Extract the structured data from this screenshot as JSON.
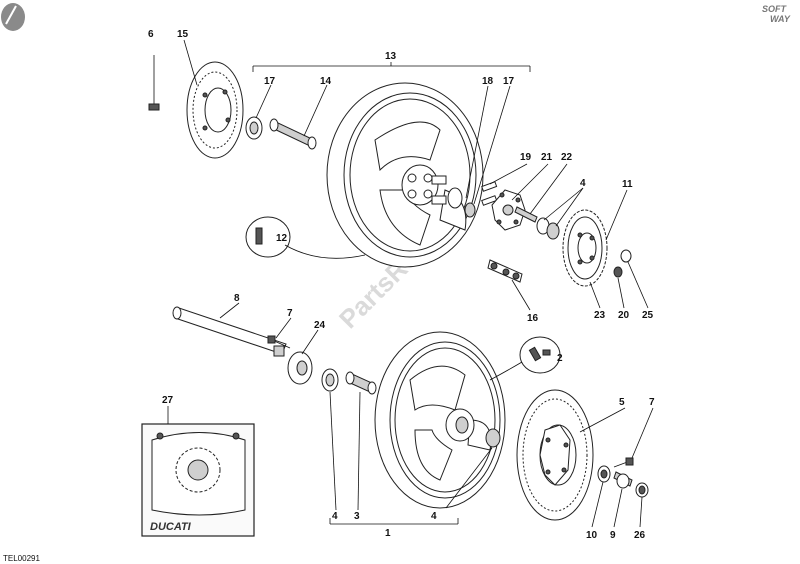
{
  "drawing_code": "TEL00291",
  "brand_corner": {
    "line1": "SOFT",
    "line2": "WAY"
  },
  "watermark": "PartsRepublik",
  "inset_brand": "DUCATI",
  "callouts": [
    {
      "id": "c1",
      "text": "1"
    },
    {
      "id": "c2",
      "text": "2"
    },
    {
      "id": "c3",
      "text": "3"
    },
    {
      "id": "c4a",
      "text": "4"
    },
    {
      "id": "c4b",
      "text": "4"
    },
    {
      "id": "c4c",
      "text": "4"
    },
    {
      "id": "c5",
      "text": "5"
    },
    {
      "id": "c6",
      "text": "6"
    },
    {
      "id": "c7a",
      "text": "7"
    },
    {
      "id": "c7b",
      "text": "7"
    },
    {
      "id": "c8",
      "text": "8"
    },
    {
      "id": "c9",
      "text": "9"
    },
    {
      "id": "c10",
      "text": "10"
    },
    {
      "id": "c11",
      "text": "11"
    },
    {
      "id": "c12",
      "text": "12"
    },
    {
      "id": "c13",
      "text": "13"
    },
    {
      "id": "c14",
      "text": "14"
    },
    {
      "id": "c15",
      "text": "15"
    },
    {
      "id": "c16",
      "text": "16"
    },
    {
      "id": "c17a",
      "text": "17"
    },
    {
      "id": "c17b",
      "text": "17"
    },
    {
      "id": "c18",
      "text": "18"
    },
    {
      "id": "c19",
      "text": "19"
    },
    {
      "id": "c20",
      "text": "20"
    },
    {
      "id": "c21",
      "text": "21"
    },
    {
      "id": "c22",
      "text": "22"
    },
    {
      "id": "c23",
      "text": "23"
    },
    {
      "id": "c24",
      "text": "24"
    },
    {
      "id": "c25",
      "text": "25"
    },
    {
      "id": "c26",
      "text": "26"
    },
    {
      "id": "c27",
      "text": "27"
    }
  ]
}
